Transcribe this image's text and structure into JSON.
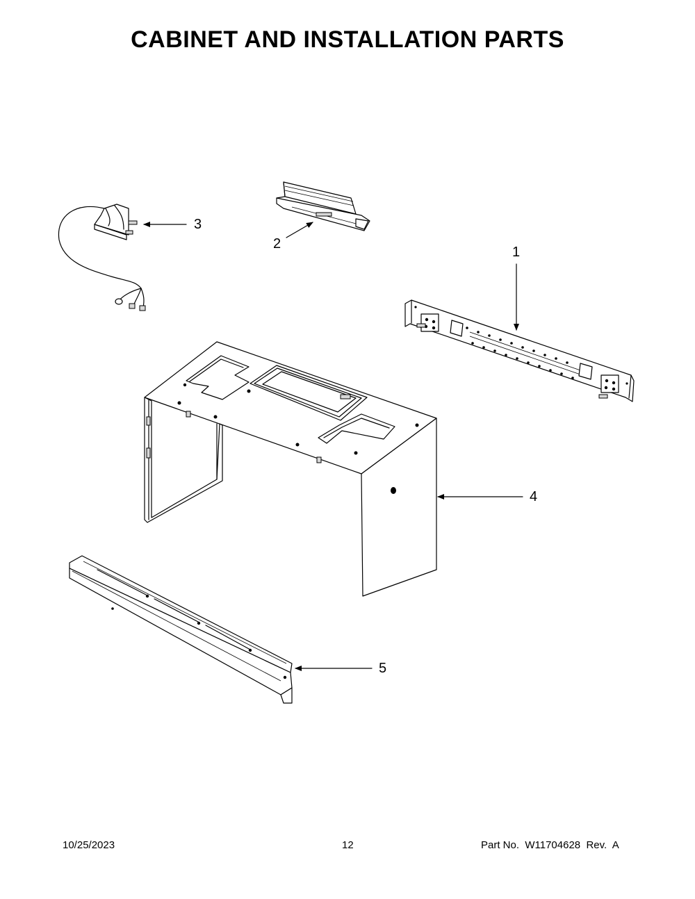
{
  "page": {
    "title": "CABINET AND INSTALLATION PARTS"
  },
  "callouts": [
    {
      "id": "1",
      "label": "1"
    },
    {
      "id": "2",
      "label": "2"
    },
    {
      "id": "3",
      "label": "3"
    },
    {
      "id": "4",
      "label": "4"
    },
    {
      "id": "5",
      "label": "5"
    }
  ],
  "footer": {
    "date": "10/25/2023",
    "page_number": "12",
    "part_number": "Part No.  W11704628  Rev.  A"
  }
}
